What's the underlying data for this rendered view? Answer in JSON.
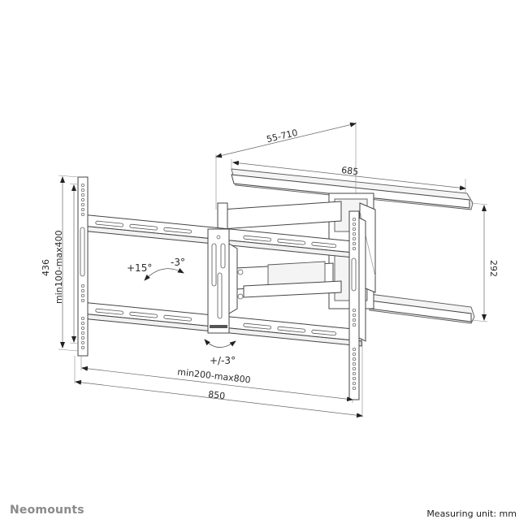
{
  "brand": {
    "name": "Neomounts",
    "color": "#8a8a8a"
  },
  "footer": {
    "measuring_unit": "Measuring unit: mm"
  },
  "product": "Full-motion TV wall mount (dual arm), dimension drawing",
  "dimensions": {
    "depth_range": "55-710",
    "wall_plate_width": "685",
    "wall_plate_height": "292",
    "vesa_height_range": "min100-max400",
    "interface_height": "436",
    "vesa_width_range": "min200-max800",
    "interface_width": "850"
  },
  "angles": {
    "tilt_up": "+15°",
    "tilt_down": "-3°",
    "rotation": "+/-3°"
  },
  "colors": {
    "line": "#444444",
    "dim_line": "#666666",
    "text": "#2a2a2a"
  }
}
